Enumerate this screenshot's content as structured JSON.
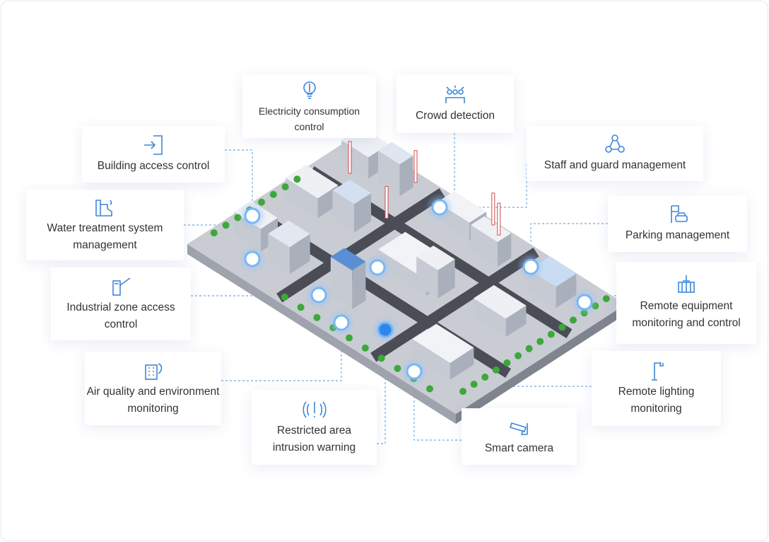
{
  "title": "Smart industrial park solutions",
  "colors": {
    "accent": "#3d86d8",
    "platform": "#c9ccd3",
    "road": "#4a4d55",
    "tree": "#3da83a"
  },
  "cards": [
    {
      "id": "electricity",
      "label": "Electricity consumption control",
      "icon": "lightbulb-gear-icon"
    },
    {
      "id": "crowd",
      "label": "Crowd detection",
      "icon": "crowd-icon"
    },
    {
      "id": "building",
      "label": "Building access control",
      "icon": "door-enter-icon"
    },
    {
      "id": "staff",
      "label": "Staff and guard management",
      "icon": "people-network-icon"
    },
    {
      "id": "water",
      "label": "Water treatment system management",
      "icon": "water-treatment-icon"
    },
    {
      "id": "parking",
      "label": "Parking management",
      "icon": "parking-car-icon"
    },
    {
      "id": "industrial",
      "label": "Industrial zone access control",
      "icon": "barrier-gate-icon"
    },
    {
      "id": "equipment",
      "label": "Remote equipment monitoring and control",
      "icon": "crane-container-icon"
    },
    {
      "id": "air",
      "label": "Air quality and environment monitoring",
      "icon": "building-leaf-icon"
    },
    {
      "id": "lighting",
      "label": "Remote lighting monitoring",
      "icon": "street-lamp-icon"
    },
    {
      "id": "intrusion",
      "label": "Restricted area intrusion warning",
      "icon": "alert-signal-icon"
    },
    {
      "id": "camera",
      "label": "Smart camera",
      "icon": "cctv-camera-icon"
    }
  ]
}
